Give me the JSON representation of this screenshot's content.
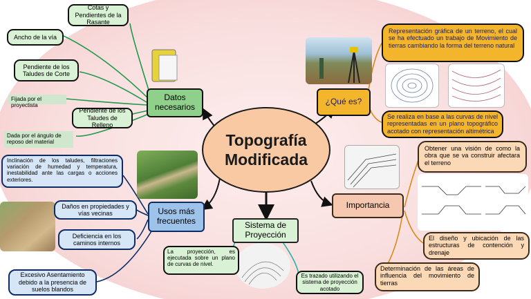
{
  "center": {
    "title_line1": "Topografía",
    "title_line2": "Modificada"
  },
  "datos": {
    "title": "Datos necesarios",
    "items": [
      "Cotas y Pendientes de la Rasante",
      "Ancho de la vía",
      "Pendiente de los Taludes de Corte",
      "Fijada por el proyectista",
      "Pendiente de los Taludes de Relleno",
      "Dada por el ángulo de reposo del material"
    ]
  },
  "que_es": {
    "title": "¿Qué es?",
    "items": [
      "Representación gráfica de un terreno, el cual se ha efectuado un trabajo de Movimiento de tierras cambiando la forma del terreno natural",
      "Se realiza en base a las curvas de nivel representadas en un plano topográfico acotado con representación altimétrica"
    ]
  },
  "usos": {
    "title": "Usos más frecuentes",
    "items": [
      "Inclinación de los taludes, filtraciones variación de humedad y temperatura, inestabilidad ante las cargas o acciones exteriores.",
      "Daños en propiedades y vías vecinas",
      "Deficiencia en los caminos internos",
      "Excesivo Asentamiento debido a la presencia de suelos blandos"
    ]
  },
  "sistema": {
    "title": "Sistema de Proyección",
    "items": [
      "La proyección, es ejecutada sobre un plano de curvas de nivel.",
      "Es trazado utilizando el sistema de proyección acotado"
    ]
  },
  "importancia": {
    "title": "Importancia",
    "items": [
      "Obtener una visión de como la obra que se va construir afectara el terreno",
      "El diseño y ubicación de las estructuras de contención y drenaje",
      "Determinación de las áreas de influencia del movimiento de tierras"
    ]
  },
  "colors": {
    "center_fill": "#f8c9a2",
    "datos_fill": "#d9f1d4",
    "usos_fill": "#d6e6f7",
    "que_es_fill": "#f3b52b",
    "importancia_fill": "#fbd8b6",
    "green_links": "#1f9a4a",
    "orange_links": "#d98a1a",
    "teal_links": "#2ab3a6"
  }
}
